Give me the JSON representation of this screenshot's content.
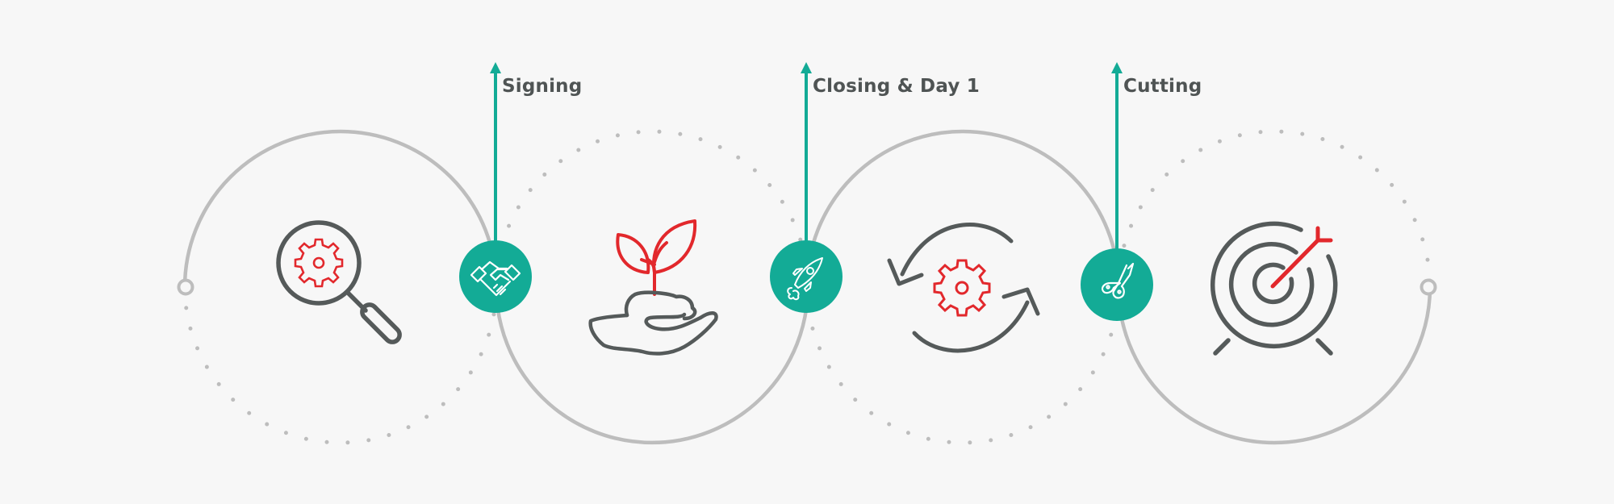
{
  "diagram": {
    "type": "process-timeline",
    "colors": {
      "background": "#f7f7f7",
      "track": "#bdbdbd",
      "accent": "#13ab96",
      "icon_dark": "#555a5a",
      "icon_red": "#e2282c",
      "label": "#4f5454"
    },
    "stages": [
      {
        "id": "stage-1",
        "icon": "magnifier-gear-icon"
      },
      {
        "id": "stage-2",
        "icon": "hand-sprout-icon"
      },
      {
        "id": "stage-3",
        "icon": "refresh-gear-icon"
      },
      {
        "id": "stage-4",
        "icon": "target-arrow-icon"
      }
    ],
    "milestones": [
      {
        "label": "Signing",
        "icon": "handshake-icon"
      },
      {
        "label": "Closing & Day 1",
        "icon": "rocket-icon"
      },
      {
        "label": "Cutting",
        "icon": "scissors-icon"
      }
    ]
  }
}
